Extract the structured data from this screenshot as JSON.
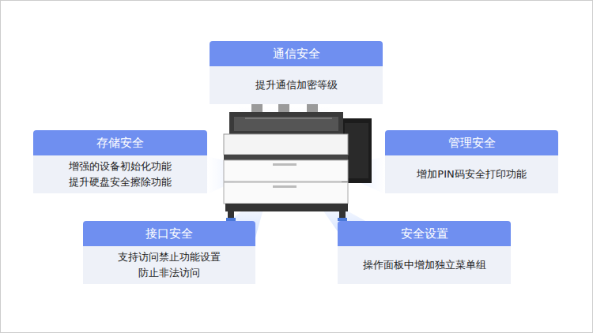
{
  "diagram": {
    "nodes": [
      {
        "text": [
          "通信安全",
          "提升通信加密等级"
        ]
      },
      {
        "text": [
          "存储安全",
          "增强的设备初始化功能 提升硬盘安全擦除功能"
        ]
      },
      {
        "text": [
          "管理安全",
          "增加PIN码安全打印功能"
        ]
      },
      {
        "text": [
          "接口安全",
          "支持访问禁止功能设置 防止非法访问"
        ]
      },
      {
        "text": [
          "安全设置",
          "操作面板中增加独立菜单组"
        ]
      }
    ]
  }
}
